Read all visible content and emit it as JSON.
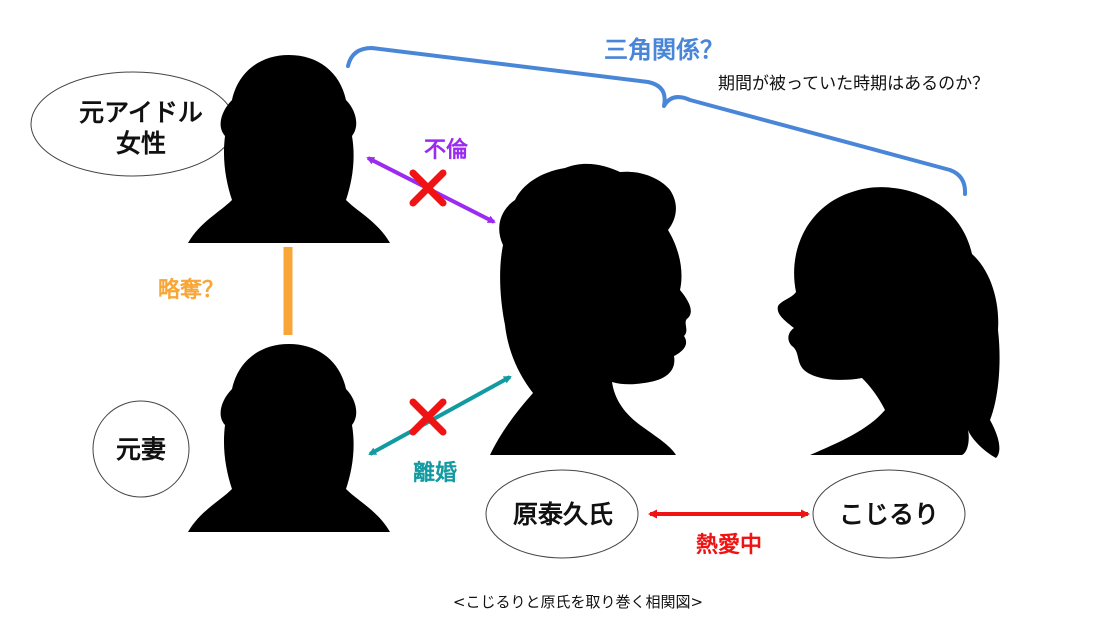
{
  "labels": {
    "former_idol": [
      "元アイドル",
      "女性"
    ],
    "ex_wife": "元妻",
    "hara": "原泰久氏",
    "kojiruri": "こじるり"
  },
  "relations": {
    "affair": "不倫",
    "divorce": "離婚",
    "stolen": "略奪？",
    "love": "熱愛中",
    "triangle": "三角関係？",
    "triangle_note": "期間が被っていた時期はあるのか？"
  },
  "caption": "<こじるりと原氏を取り巻く相関図>",
  "colors": {
    "triangle": "#4a86d8",
    "affair": "#9b2bf0",
    "stolen": "#f7a637",
    "divorce": "#119aa1",
    "love": "#ef1313",
    "cross": "#ef1313",
    "silhouette": "#000000",
    "text": "#111111"
  },
  "icons": {
    "former_idol": "woman-silhouette-icon",
    "ex_wife": "woman-silhouette-icon",
    "hara": "man-profile-silhouette-icon",
    "kojiruri": "woman-profile-ponytail-silhouette-icon",
    "cross": "cross-mark-icon"
  }
}
